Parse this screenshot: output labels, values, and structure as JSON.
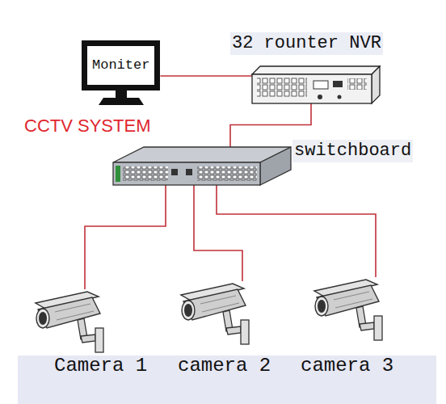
{
  "diagram": {
    "title": "CCTV SYSTEM",
    "nodes": [
      {
        "text": [
          "Moniter"
        ]
      },
      {
        "text": [
          "32 rounter NVR"
        ]
      },
      {
        "text": [
          "switchboard"
        ]
      },
      {
        "text": [
          "Camera 1"
        ]
      },
      {
        "text": [
          "camera 2"
        ]
      },
      {
        "text": [
          "camera 3"
        ]
      }
    ],
    "edges": [
      {
        "from": 0,
        "to": 1,
        "arrow": "none"
      },
      {
        "from": 1,
        "to": 2,
        "arrow": "none"
      },
      {
        "from": 2,
        "to": 3,
        "arrow": "none"
      },
      {
        "from": 2,
        "to": 4,
        "arrow": "none"
      },
      {
        "from": 2,
        "to": 5,
        "arrow": "none"
      }
    ]
  }
}
